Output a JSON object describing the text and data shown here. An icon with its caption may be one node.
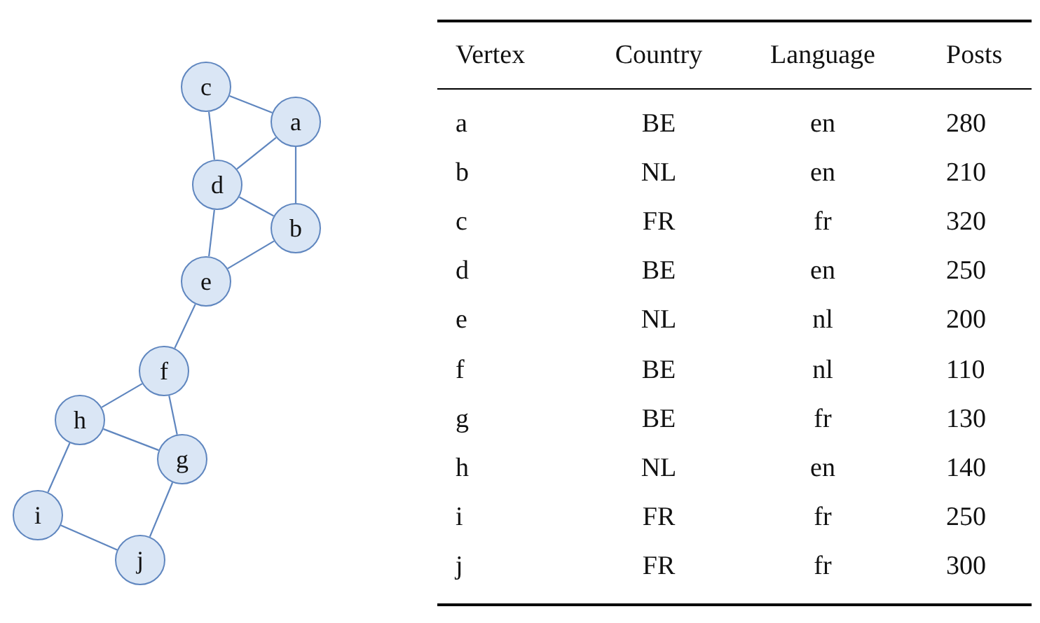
{
  "diagram": {
    "nodes": [
      {
        "text": [
          "c"
        ]
      },
      {
        "text": [
          "a"
        ]
      },
      {
        "text": [
          "d"
        ]
      },
      {
        "text": [
          "b"
        ]
      },
      {
        "text": [
          "e"
        ]
      },
      {
        "text": [
          "f"
        ]
      },
      {
        "text": [
          "h"
        ]
      },
      {
        "text": [
          "g"
        ]
      },
      {
        "text": [
          "i"
        ]
      },
      {
        "text": [
          "j"
        ]
      }
    ],
    "edges": [
      {
        "from": 0,
        "to": 1,
        "arrow": "none"
      },
      {
        "from": 0,
        "to": 2,
        "arrow": "none"
      },
      {
        "from": 1,
        "to": 2,
        "arrow": "none"
      },
      {
        "from": 1,
        "to": 3,
        "arrow": "none"
      },
      {
        "from": 2,
        "to": 3,
        "arrow": "none"
      },
      {
        "from": 2,
        "to": 4,
        "arrow": "none"
      },
      {
        "from": 4,
        "to": 3,
        "arrow": "none"
      },
      {
        "from": 4,
        "to": 5,
        "arrow": "none"
      },
      {
        "from": 5,
        "to": 6,
        "arrow": "none"
      },
      {
        "from": 5,
        "to": 7,
        "arrow": "none"
      },
      {
        "from": 6,
        "to": 7,
        "arrow": "none"
      },
      {
        "from": 6,
        "to": 8,
        "arrow": "none"
      },
      {
        "from": 7,
        "to": 9,
        "arrow": "none"
      },
      {
        "from": 8,
        "to": 9,
        "arrow": "none"
      }
    ],
    "labels": [
      "Vertex",
      "Country",
      "Language",
      "Posts",
      "a",
      "BE",
      "en",
      "280",
      "b",
      "NL",
      "en",
      "210",
      "c",
      "FR",
      "fr",
      "320",
      "d",
      "BE",
      "en",
      "250",
      "e",
      "NL",
      "nl",
      "200",
      "f",
      "BE",
      "nl",
      "110",
      "g",
      "BE",
      "fr",
      "130",
      "h",
      "NL",
      "en",
      "140",
      "i",
      "FR",
      "fr",
      "250",
      "j",
      "FR",
      "fr",
      "300"
    ]
  }
}
